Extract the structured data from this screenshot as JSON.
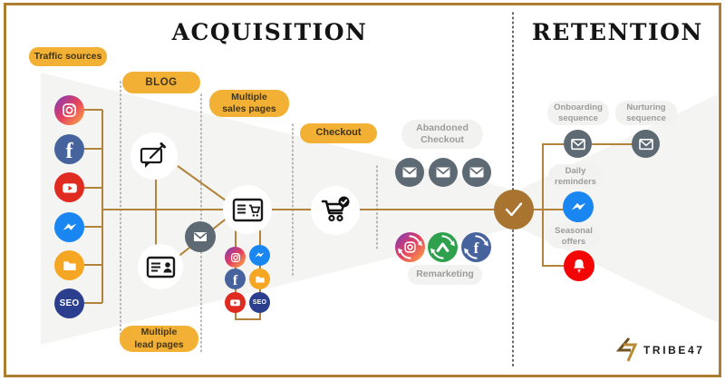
{
  "titles": {
    "acquisition": "ACQUISITION",
    "retention": "RETENTION"
  },
  "pills": {
    "traffic_sources": "Traffic sources",
    "blog": "BLOG",
    "sales_pages": {
      "line1": "Multiple",
      "line2": "sales pages"
    },
    "checkout": "Checkout",
    "lead_pages": {
      "line1": "Multiple",
      "line2": "lead pages"
    }
  },
  "labels": {
    "abandoned_checkout": {
      "line1": "Abandoned",
      "line2": "Checkout"
    },
    "remarketing": "Remarketing",
    "onboarding": {
      "line1": "Onboarding",
      "line2": "sequence"
    },
    "nurturing": {
      "line1": "Nurturing",
      "line2": "sequence"
    },
    "daily_reminders": {
      "line1": "Daily",
      "line2": "reminders"
    },
    "seasonal_offers": {
      "line1": "Seasonal",
      "line2": "offers"
    }
  },
  "icons": {
    "seo_label": "SEO",
    "facebook_letter": "f",
    "traffic_sources": [
      "instagram",
      "facebook",
      "youtube",
      "messenger",
      "folder",
      "seo"
    ],
    "funnel_steps": [
      "blog-post",
      "lead-page",
      "email",
      "sales-page",
      "checkout-cart",
      "success-check"
    ],
    "abandoned_checkout": [
      "email",
      "email",
      "email"
    ],
    "remarketing": [
      "instagram-remarketing",
      "ad-remarketing",
      "facebook-remarketing"
    ],
    "retention": [
      "email",
      "email",
      "messenger",
      "bell"
    ]
  },
  "logo": {
    "brand": "TRIBE47"
  },
  "colors": {
    "accent_yellow": "#F2B134",
    "line_gold": "#B2833A",
    "border_gold": "#AD7D30",
    "funnel_gray": "#F4F4F2",
    "circle_gray": "#5D6973",
    "label_gray": "#9C9C9C",
    "success_gold": "#A8742F",
    "facebook_blue": "#47639E",
    "messenger_blue": "#1A86F2",
    "youtube_red": "#E02B20",
    "folder_orange": "#F5A623",
    "seo_navy": "#2B3F8E",
    "remarketing_green": "#2FA14E",
    "bell_red": "#F40505"
  }
}
